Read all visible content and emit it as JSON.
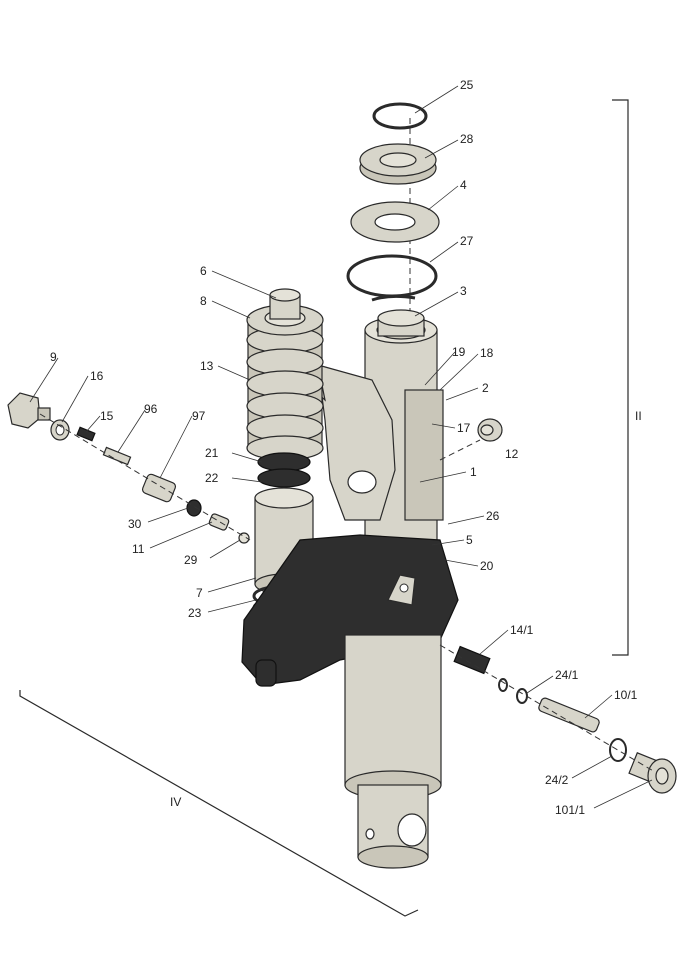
{
  "labels": {
    "p25": "25",
    "p28": "28",
    "p4": "4",
    "p27": "27",
    "p3": "3",
    "p6": "6",
    "p8": "8",
    "p19": "19",
    "p18": "18",
    "p2": "2",
    "p13": "13",
    "p9": "9",
    "p16": "16",
    "p15": "15",
    "p96": "96",
    "p97": "97",
    "p17": "17",
    "p12": "12",
    "p21": "21",
    "p22": "22",
    "p1": "1",
    "p30": "30",
    "p11": "11",
    "p26": "26",
    "p5": "5",
    "p29": "29",
    "p20": "20",
    "p7": "7",
    "p23": "23",
    "p14_1": "14/1",
    "p24_1": "24/1",
    "p10_1": "10/1",
    "p24_2": "24/2",
    "p101_1": "101/1"
  },
  "dimensions": {
    "right": "II",
    "bottom": "IV"
  },
  "colors": {
    "metal": "#d7d5ca",
    "dark_housing": "#2e2e2e",
    "line": "#2a2a2a"
  }
}
